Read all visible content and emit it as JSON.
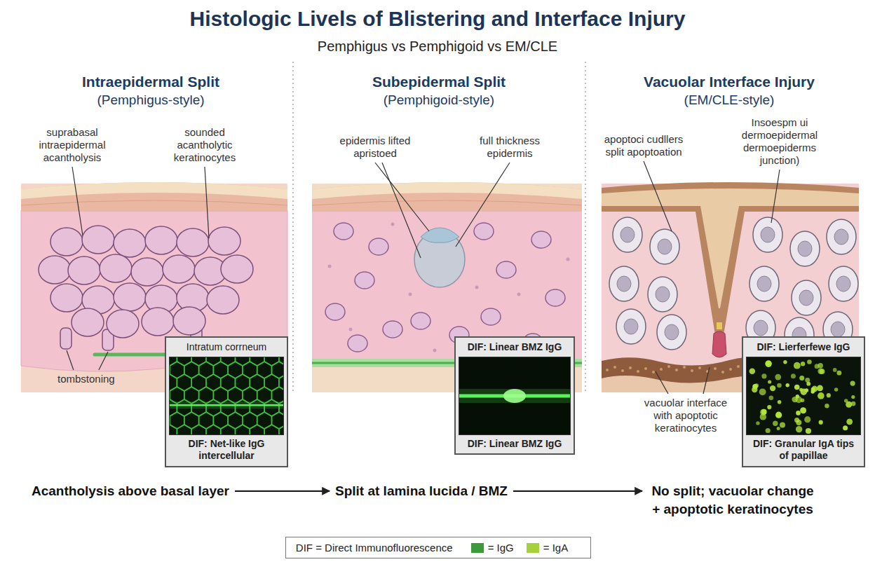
{
  "diagram": {
    "title": "Histologic Livels of Blistering and Interface Injury",
    "nodes": [
      {
        "text": [
          "Intratum corrneum",
          "DIF: Net-like IgG intercellular"
        ]
      },
      {
        "text": [
          "DIF: Linear BMZ IgG",
          "DIF: Linear BMZ IgG"
        ]
      },
      {
        "text": [
          "DIF: Lierferfewe IgG",
          "DIF: Granular IgA tips of papillae"
        ]
      },
      {
        "text": [
          "Acantholysis above basal layer"
        ]
      },
      {
        "text": [
          "Split at lamina lucida / BMZ"
        ]
      },
      {
        "text": [
          "No split; vacuolar change + apoptotic keratinocytes"
        ]
      },
      {
        "text": [
          "DIF = Direct Immunofluorescence"
        ]
      }
    ],
    "edges": [
      {
        "from": 3,
        "to": 4,
        "arrow": "to"
      },
      {
        "from": 4,
        "to": 5,
        "arrow": "to"
      }
    ],
    "labels": [
      "Pemphigus vs Pemphigoid vs EM/CLE",
      "Intraepidermal Split",
      "(Pemphigus-style)",
      "Subepidermal Split",
      "(Pemphigoid-style)",
      "Vacuolar Interface Injury",
      "(EM/CLE-style)",
      "suprabasal intraepidermal acantholysis",
      "sounded acantholytic keratinocytes",
      "tombstoning",
      "epidermis lifted apristoed",
      "full thickness epidermis",
      "apoptoci cudllers split apoptoation",
      "Insoespm ui dermoepidermal dermoepiderms junction)",
      "vacuolar interface with apoptotic keratinocytes"
    ],
    "legend": [
      {
        "text": "= IgG",
        "color": "#3c9a3c"
      },
      {
        "text": "= IgA",
        "color": "#a6d13a"
      }
    ]
  }
}
